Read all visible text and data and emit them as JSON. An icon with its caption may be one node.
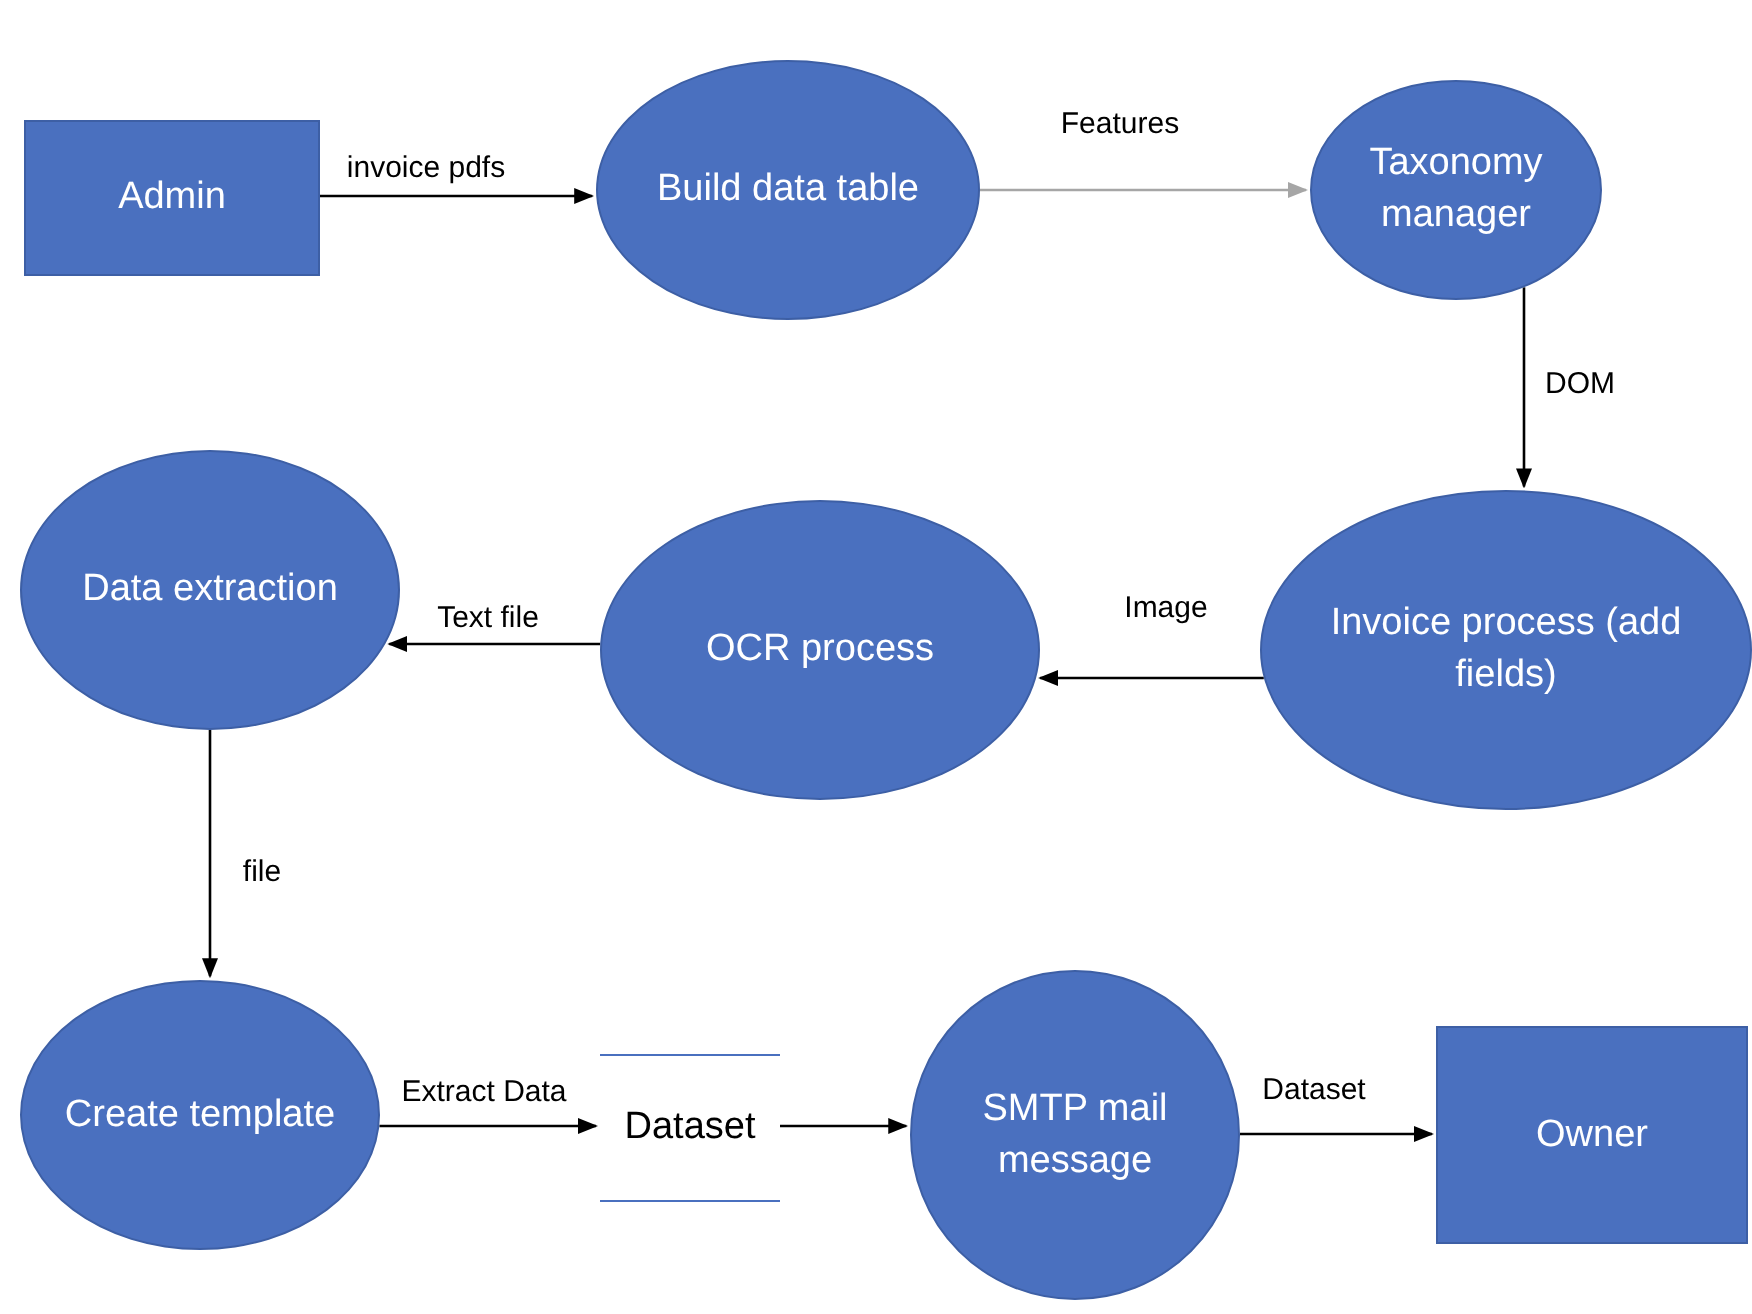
{
  "diagram": {
    "nodes": [
      {
        "text": [
          "Admin"
        ]
      },
      {
        "text": [
          "Build data table"
        ]
      },
      {
        "text": [
          "Taxonomy manager"
        ]
      },
      {
        "text": [
          "Invoice process (add fields)"
        ]
      },
      {
        "text": [
          "OCR process"
        ]
      },
      {
        "text": [
          "Data extraction"
        ]
      },
      {
        "text": [
          "Create template"
        ]
      },
      {
        "text": [
          "Dataset"
        ]
      },
      {
        "text": [
          "SMTP mail message"
        ]
      },
      {
        "text": [
          "Owner"
        ]
      }
    ],
    "edges": [
      {
        "from": 0,
        "to": 1,
        "arrow": "to",
        "label": "invoice pdfs"
      },
      {
        "from": 1,
        "to": 2,
        "arrow": "to",
        "label": "Features",
        "color": "#a6a6a6"
      },
      {
        "from": 2,
        "to": 3,
        "arrow": "to",
        "label": "DOM"
      },
      {
        "from": 3,
        "to": 4,
        "arrow": "to",
        "label": "Image"
      },
      {
        "from": 4,
        "to": 5,
        "arrow": "to",
        "label": "Text file"
      },
      {
        "from": 5,
        "to": 6,
        "arrow": "to",
        "label": "file"
      },
      {
        "from": 6,
        "to": 7,
        "arrow": "to",
        "label": "Extract Data"
      },
      {
        "from": 7,
        "to": 8,
        "arrow": "to"
      },
      {
        "from": 8,
        "to": 9,
        "arrow": "to",
        "label": "Dataset"
      }
    ]
  }
}
